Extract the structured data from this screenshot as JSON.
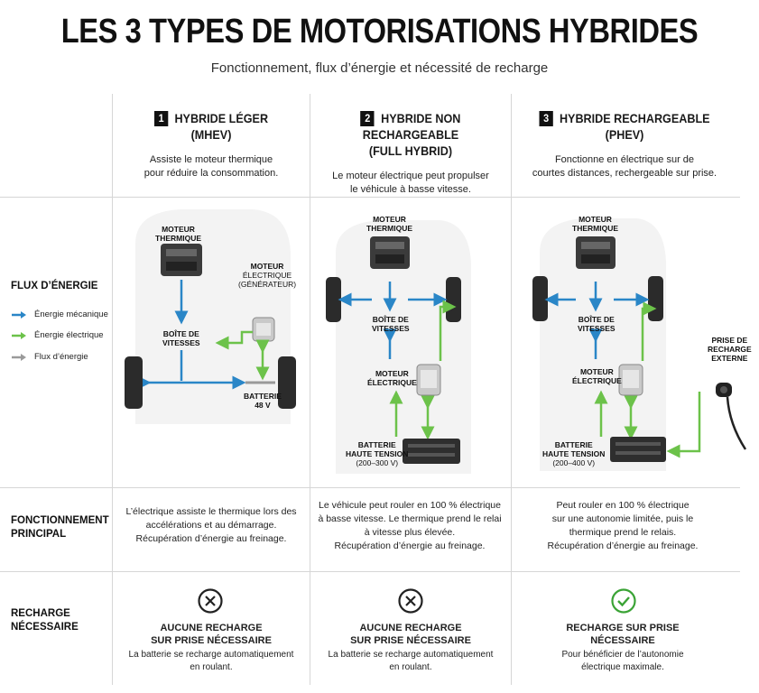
{
  "header": {
    "title": "LES 3 TYPES DE MOTORISATIONS HYBRIDES",
    "subtitle": "Fonctionnement, flux d’énergie et nécessité de recharge"
  },
  "columns": [
    {
      "number": "1",
      "name": "HYBRIDE LÉGER",
      "abbr": "(MHEV)",
      "desc1": "Assiste le moteur thermique",
      "desc2": "pour réduire la consommation."
    },
    {
      "number": "2",
      "name": "HYBRIDE NON RECHARGEABLE",
      "abbr": "(FULL HYBRID)",
      "desc1": "Le moteur électrique peut propulser",
      "desc2": "le véhicule à basse vitesse."
    },
    {
      "number": "3",
      "name": "HYBRIDE RECHARGEABLE",
      "abbr": "(PHEV)",
      "desc1": "Fonctionne en électrique sur de",
      "desc2": "courtes distances, rechergeable sur prise."
    }
  ],
  "rows": {
    "flux_label": "FLUX D’ÉNERGIE",
    "fonct_label_1": "FONCTIONNEMENT",
    "fonct_label_2": "PRINCIPAL",
    "recharge_label_1": "RECHARGE",
    "recharge_label_2": "NÉCESSAIRE"
  },
  "legend": {
    "mechanical": "Énergie mécanique",
    "electrical": "Énergie électrique",
    "flux": "Flux d’énergie"
  },
  "colors": {
    "mechanical": "#2a86c7",
    "electrical": "#6cc24a",
    "flux": "#9a9a9a"
  },
  "diagram_labels": {
    "engine_1": "MOTEUR",
    "engine_2": "THERMIQUE",
    "gearbox_1": "BOÎTE DE",
    "gearbox_2": "VITESSES",
    "emotor_1": "MOTEUR",
    "emotor_2": "ÉLECTRIQUE",
    "generator": "(GÉNÉRATEUR)",
    "battery": "BATTERIE",
    "battery_48": "48 V",
    "battery_hv": "HAUTE TENSION",
    "battery_range_2": "(200–300 V)",
    "battery_range_3": "(200–400 V)",
    "plug_1": "PRISE DE",
    "plug_2": "RECHARGE",
    "plug_3": "EXTERNE"
  },
  "fonctionnement": [
    [
      "L’électrique assiste le thermique lors des",
      "accélérations et au démarrage.",
      "Récupération d’énergie au freinage."
    ],
    [
      "Le véhicule peut rouler en 100 % électrique",
      "à basse vitesse. Le thermique prend le relai",
      "à vitesse plus élevée.",
      "Récupération d’énergie au freinage."
    ],
    [
      "Peut rouler en 100 % électrique",
      "sur une autonomie limitée, puis le",
      "thermique prend le relais.",
      "Récupération d’énergie au freinage."
    ]
  ],
  "recharge": [
    {
      "icon": "x-circle-icon",
      "title1": "AUCUNE RECHARGE",
      "title2": "SUR PRISE NÉCESSAIRE",
      "desc1": "La batterie se recharge automatiquement",
      "desc2": "en roulant."
    },
    {
      "icon": "x-circle-icon",
      "title1": "AUCUNE RECHARGE",
      "title2": "SUR PRISE NÉCESSAIRE",
      "desc1": "La batterie se recharge automatiquement",
      "desc2": "en roulant."
    },
    {
      "icon": "check-circle-icon",
      "title1": "RECHARGE SUR PRISE",
      "title2": "NÉCESSAIRE",
      "desc1": "Pour bénéficier de l’autonomie",
      "desc2": "électrique maximale."
    }
  ]
}
